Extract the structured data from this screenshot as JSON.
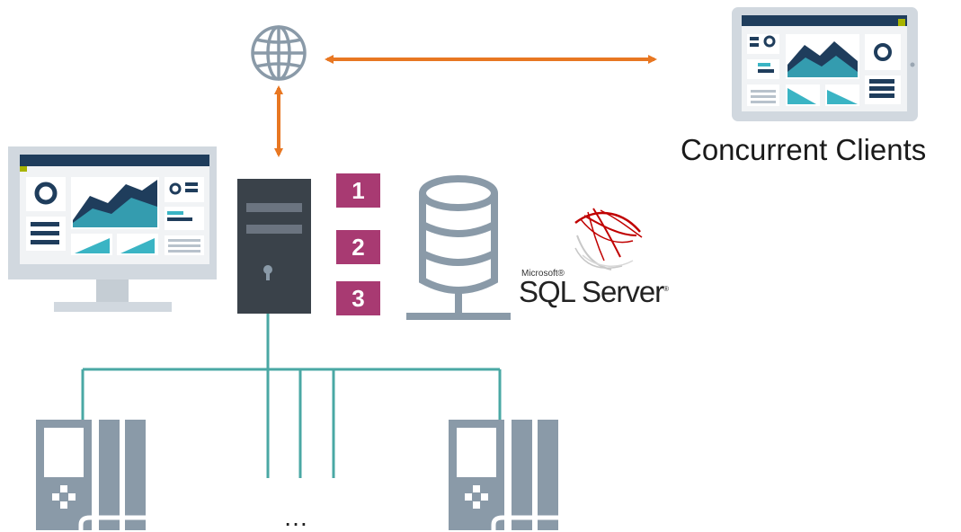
{
  "labels": {
    "concurrent_clients": "Concurrent Clients",
    "ellipsis": "…"
  },
  "server_badges": [
    "1",
    "2",
    "3"
  ],
  "sql_server_logo": {
    "small_text": "Microsoft®",
    "main_text": "SQL Server"
  },
  "colors": {
    "arrow": "#e87722",
    "network_line": "#4aa8a4",
    "device_gray": "#8a9aa8",
    "server_dark": "#3a424a",
    "badge": "#a83a72",
    "screen_navy": "#1f3d5c",
    "accent_teal": "#3ab4c4"
  },
  "icons": [
    "globe-icon",
    "desktop-monitor-icon",
    "tablet-client-icon",
    "server-tower-icon",
    "database-icon",
    "sql-server-logo-icon",
    "plc-controller-icon"
  ]
}
